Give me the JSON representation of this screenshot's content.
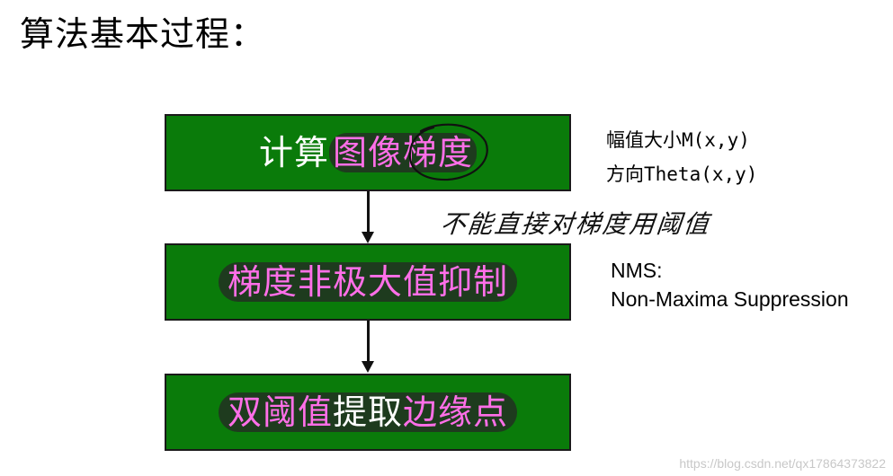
{
  "title": "算法基本过程：",
  "steps": [
    {
      "white": "计算",
      "pink": "图像梯度"
    },
    {
      "white": "",
      "pink": "梯度非极大值抑制"
    },
    {
      "white": "双阈值",
      "pink_a": "提取",
      "white_b": "",
      "pink_b": "边缘点"
    }
  ],
  "notes": {
    "step1_line1": "幅值大小M(x,y)",
    "step1_line2": "方向Theta(x,y)",
    "step2_line1": "NMS:",
    "step2_line2": "Non-Maxima Suppression"
  },
  "handwritten_annotation": "不能直接对梯度用阈值",
  "watermark": "https://blog.csdn.net/qx17864373822",
  "colors": {
    "box_fill": "#0a7b0a",
    "text_white": "#ffffff",
    "text_pink": "#ff6fe8",
    "arrow": "#111111"
  }
}
